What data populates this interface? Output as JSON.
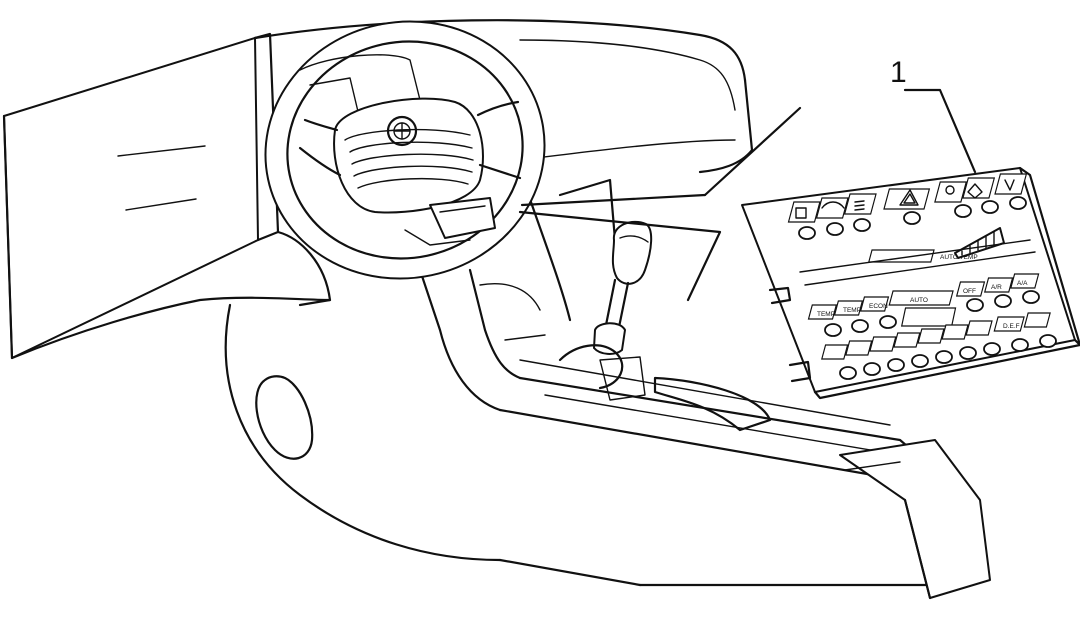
{
  "callouts": [
    {
      "label": "1",
      "target": "climate-control-panel"
    }
  ],
  "panel": {
    "top_icons": [
      "fuel-icon",
      "car-icon",
      "rear-defrost-icon",
      "hazard-icon",
      "fog-light-icon",
      "rear-fog-icon",
      "seat-icon"
    ],
    "brand_label": "AUTO TEMP",
    "display_label": "AUTO",
    "key_labels": [
      "TEMP",
      "TEMP",
      "ECON",
      "AUTO",
      "OFF",
      "A/R",
      "A/A"
    ],
    "bottom_key_labels": [
      "D.E.F"
    ]
  },
  "colors": {
    "line": "#111111",
    "background": "#ffffff"
  }
}
